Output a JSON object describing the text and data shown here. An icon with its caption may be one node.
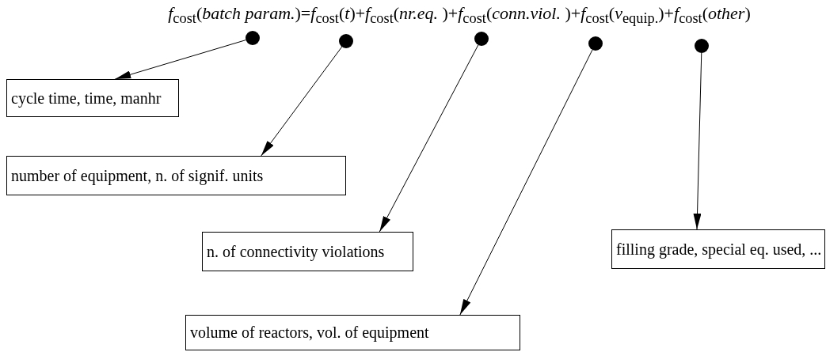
{
  "diagram": {
    "title": "*f*$_{cost}$(*batch param.*)=*f*$_{cost}$(*t*)+*f*$_{cost}$(*nr.eq.* )+*f*$_{cost}$(*conn.viol.* )+*f*$_{cost}$(*v*$_{equip.}$)+*f*$_{cost}$(*other*)",
    "nodes": [
      {
        "text": [],
        "shape": "circle"
      },
      {
        "text": [],
        "shape": "circle"
      },
      {
        "text": [],
        "shape": "circle"
      },
      {
        "text": [],
        "shape": "circle"
      },
      {
        "text": [],
        "shape": "circle"
      },
      {
        "text": [
          "cycle time, time, manhr"
        ]
      },
      {
        "text": [
          "number of equipment, n. of signif. units"
        ]
      },
      {
        "text": [
          "n. of connectivity violations"
        ]
      },
      {
        "text": [
          "filling grade, special eq. used, ..."
        ]
      },
      {
        "text": [
          "volume of reactors, vol. of equipment"
        ]
      }
    ],
    "edges": [
      {
        "from": 0,
        "to": 5,
        "arrow": "to"
      },
      {
        "from": 1,
        "to": 6,
        "arrow": "to"
      },
      {
        "from": 2,
        "to": 7,
        "arrow": "to"
      },
      {
        "from": 3,
        "to": 9,
        "arrow": "to"
      },
      {
        "from": 4,
        "to": 8,
        "arrow": "to"
      }
    ]
  }
}
